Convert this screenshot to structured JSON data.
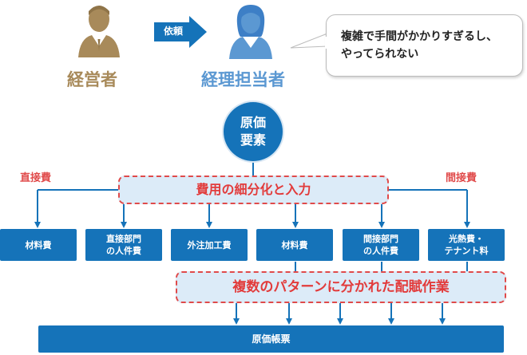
{
  "top": {
    "manager_label": "経営者",
    "request_label": "依頼",
    "accountant_label": "経理担当者",
    "speech": "複雑で手間がかかりすぎるし、\nやってられない"
  },
  "center": {
    "line1": "原価",
    "line2": "要素"
  },
  "direct_cost_label": "直接費",
  "indirect_cost_label": "間接費",
  "band1_label": "費用の細分化と入力",
  "band2_label": "複数のパターンに分かれた配賦作業",
  "categories": [
    "材料費",
    "直接部門\nの人件費",
    "外注加工費",
    "材料費",
    "間接部門\nの人件費",
    "光熱費・\nテナント料"
  ],
  "bottom_label": "原価帳票",
  "colors": {
    "blue": "#1573b9",
    "gold": "#a88a5a",
    "lightblue": "#5b98d2",
    "red": "#e04a4a",
    "band_fill": "#dcebf8"
  }
}
